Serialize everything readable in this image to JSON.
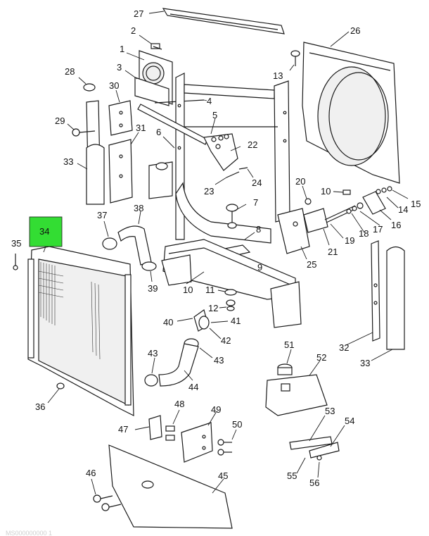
{
  "diagram": {
    "highlight_color": "#33dd33",
    "highlighted_callout": "34",
    "callouts": [
      "27",
      "2",
      "1",
      "26",
      "28",
      "3",
      "30",
      "13",
      "4",
      "29",
      "5",
      "31",
      "6",
      "22",
      "33",
      "20",
      "10",
      "15",
      "23",
      "24",
      "14",
      "7",
      "37",
      "38",
      "16",
      "17",
      "8",
      "18",
      "19",
      "35",
      "34",
      "25",
      "21",
      "9",
      "10",
      "11",
      "39",
      "12",
      "40",
      "41",
      "42",
      "32",
      "33",
      "51",
      "43",
      "43",
      "52",
      "36",
      "44",
      "48",
      "49",
      "53",
      "54",
      "47",
      "50",
      "55",
      "46",
      "45",
      "56"
    ],
    "footer_text": "MS000000000 1"
  }
}
